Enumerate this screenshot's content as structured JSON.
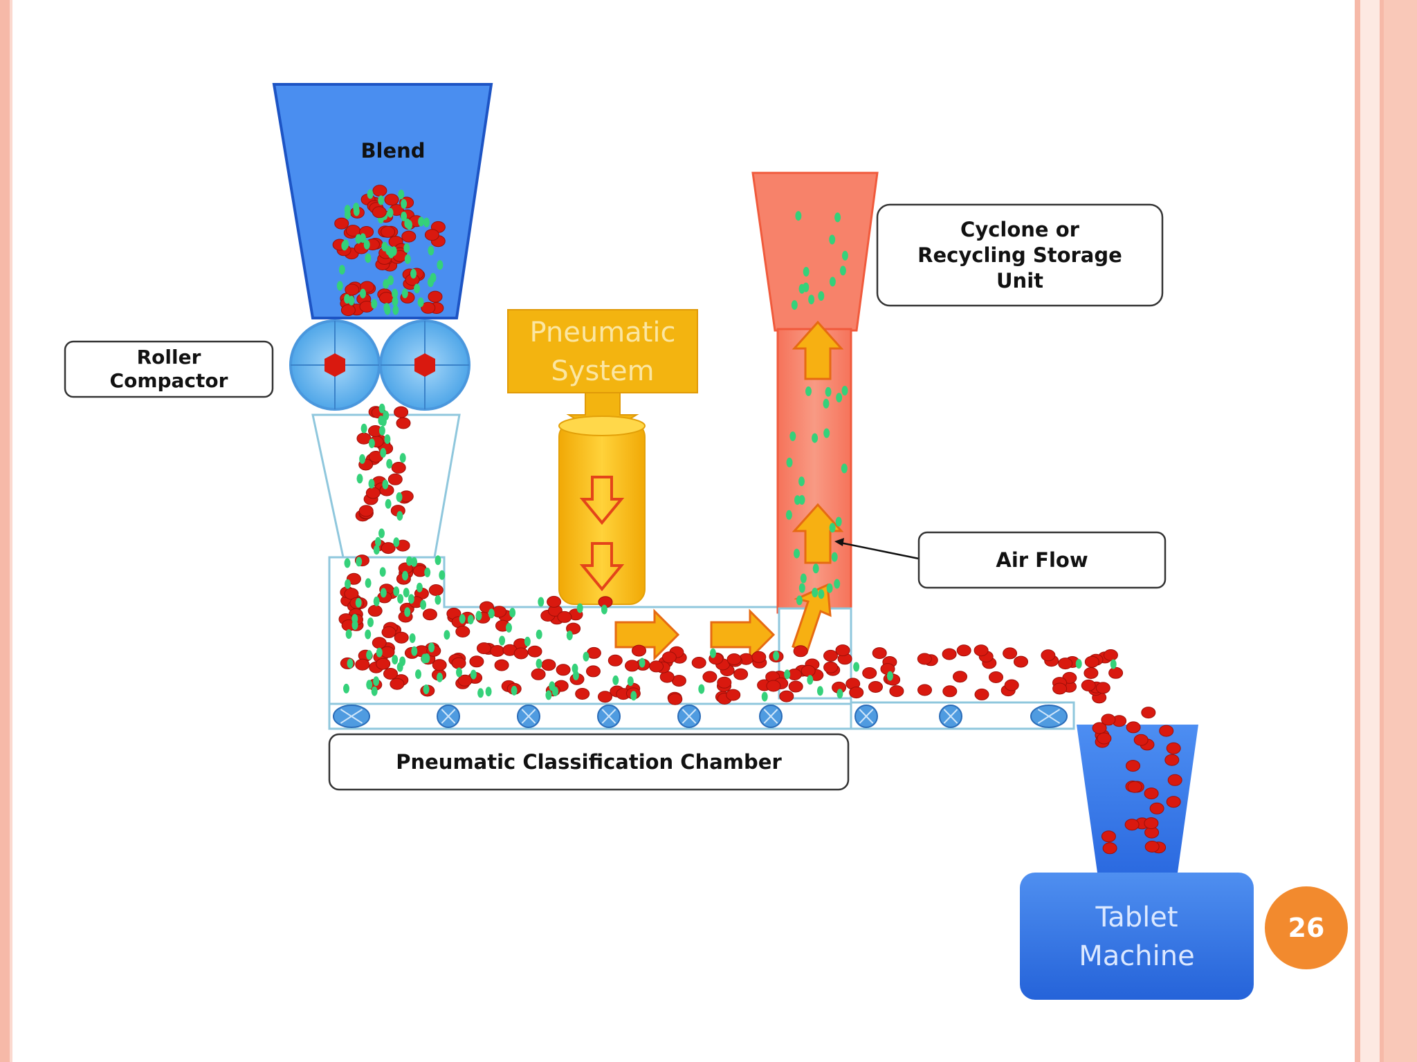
{
  "slide": {
    "page_number": "26",
    "colors": {
      "border_pink": "#f6b9a8",
      "page_badge": "#f28a2e",
      "hopper_blue": "#4a8ef0",
      "roller_blue": "#63b3ee",
      "pneumatic_yellow": "#f3b410",
      "cyclone_salmon": "#f7826a",
      "tablet_blue": "#2f73e6",
      "granule_red": "#d9190f",
      "fines_green": "#35d17a"
    }
  },
  "diagram": {
    "labels": {
      "blend": "Blend",
      "roller_compactor_line1": "Roller",
      "roller_compactor_line2": "Compactor",
      "pneumatic_system_line1": "Pneumatic",
      "pneumatic_system_line2": "System",
      "cyclone_line1": "Cyclone or",
      "cyclone_line2": "Recycling Storage",
      "cyclone_line3": "Unit",
      "air_flow": "Air Flow",
      "chamber": "Pneumatic Classification Chamber",
      "tablet_line1": "Tablet",
      "tablet_line2": "Machine"
    }
  }
}
